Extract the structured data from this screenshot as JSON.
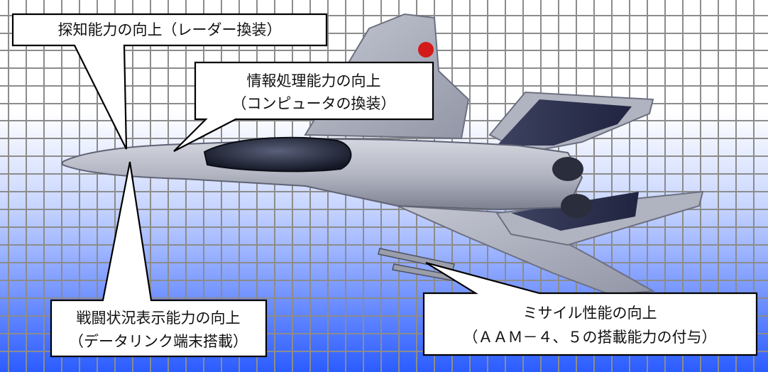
{
  "callouts": {
    "detection": {
      "line1": "探知能力の向上（レーダー換装）"
    },
    "info_processing": {
      "line1": "情報処理能力の向上",
      "line2": "（コンピュータの換装）"
    },
    "situation_display": {
      "line1": "戦闘状況表示能力の向上",
      "line2": "（データリンク端末搭載）"
    },
    "missile": {
      "line1": "ミサイル性能の向上",
      "line2": "（ＡＡＭ－４、５の搭載能力の付与）"
    }
  },
  "colors": {
    "background_top": "#ffffff",
    "background_bottom": "#2b5cff",
    "grid": "#8c8c8c",
    "aircraft_body": "#b9bcc7",
    "aircraft_shadow": "#6c7080",
    "canopy": "#1c2030",
    "roundel": "#d31a1a",
    "callout_fill": "#ffffff",
    "callout_stroke": "#000000"
  }
}
